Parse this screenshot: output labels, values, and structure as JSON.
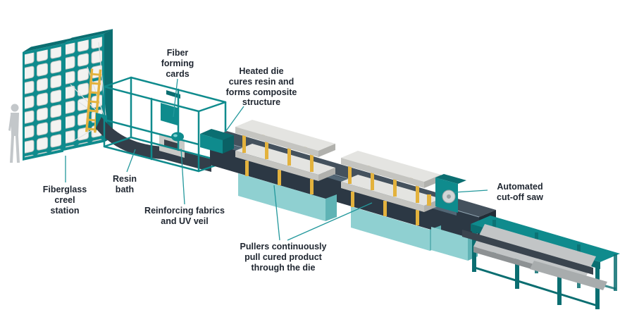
{
  "figure": {
    "labels": {
      "creel": "Fiberglass\ncreel\nstation",
      "resin_bath": "Resin\nbath",
      "fiber_forming_cards": "Fiber\nforming\ncards",
      "heated_die": "Heated die\ncures resin and\nforms composite\nstructure",
      "reinforcing_fabrics": "Reinforcing fabrics\nand UV veil",
      "pullers": "Pullers continuously\npull cured product\nthrough the die",
      "cutoff_saw": "Automated\ncut-off saw"
    },
    "colors": {
      "teal": "#0f8b8d",
      "teal_dark": "#0b6e71",
      "teal_light": "#8fd0d1",
      "charcoal": "#2c3844",
      "charcoal_light": "#44515d",
      "gray_platform": "#e4e4e1",
      "yellow": "#e3b23d",
      "label_text": "#1f2630",
      "leader_line": "#23989c"
    }
  }
}
